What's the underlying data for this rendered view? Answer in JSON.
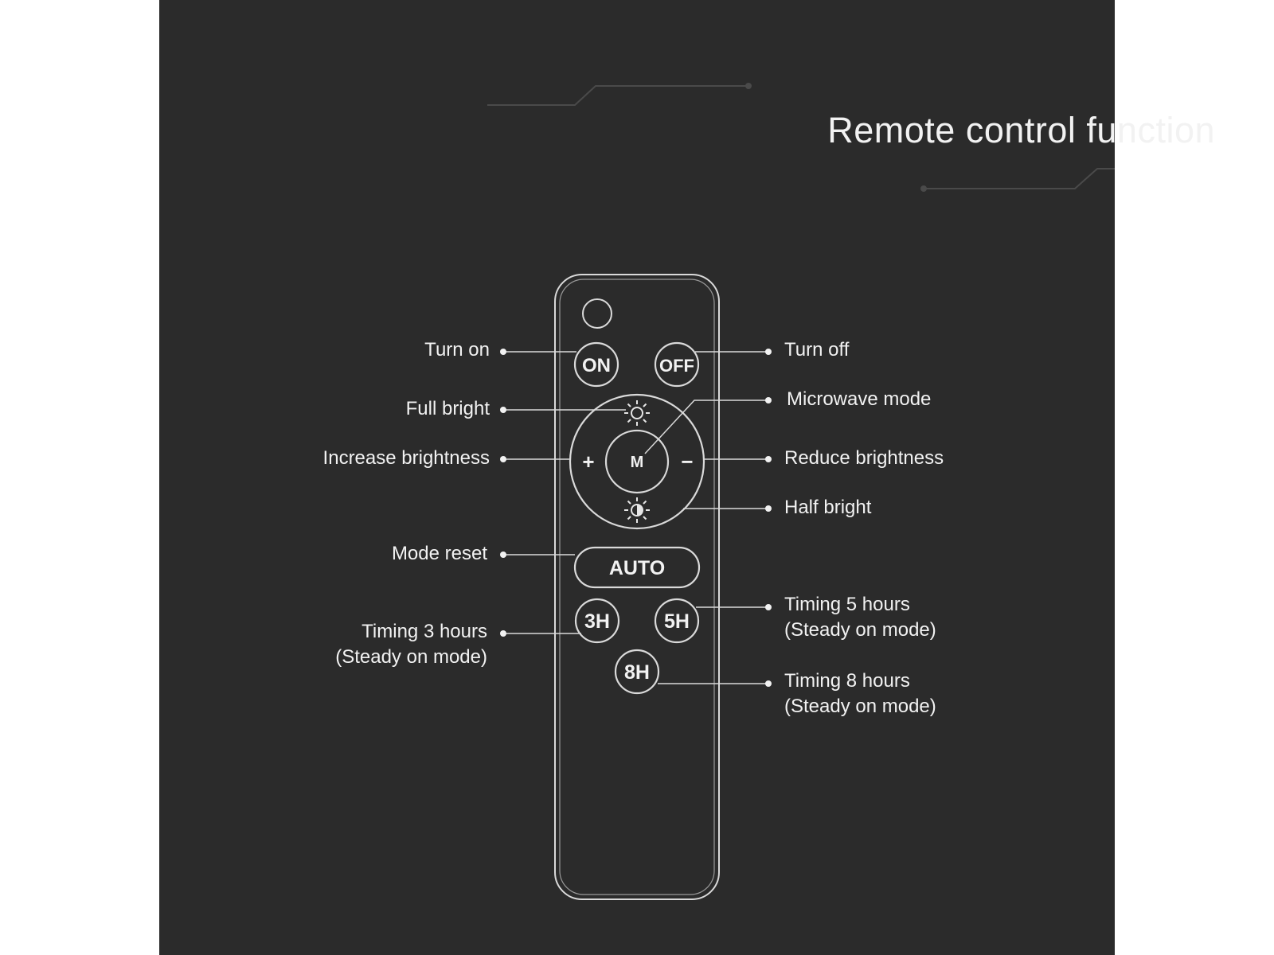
{
  "title": "Remote control function",
  "buttons": {
    "on": "ON",
    "off": "OFF",
    "mode": "M",
    "plus": "+",
    "minus": "−",
    "auto": "AUTO",
    "h3": "3H",
    "h5": "5H",
    "h8": "8H"
  },
  "labels": {
    "turn_on": "Turn on",
    "turn_off": "Turn off",
    "full_bright": "Full bright",
    "microwave_mode": "Microwave mode",
    "increase_brightness": "Increase brightness",
    "reduce_brightness": "Reduce brightness",
    "half_bright": "Half bright",
    "mode_reset": "Mode reset",
    "timing_3": "Timing 3 hours",
    "timing_3_sub": "(Steady on mode)",
    "timing_5": "Timing 5 hours",
    "timing_5_sub": "(Steady on mode)",
    "timing_8": "Timing 8 hours",
    "timing_8_sub": "(Steady on mode)"
  },
  "icons": {
    "full_bright": "sun-icon",
    "half_bright": "half-sun-icon"
  },
  "colors": {
    "background": "#2b2b2b",
    "line": "#d9d9d9",
    "text": "#f2f2f2"
  }
}
